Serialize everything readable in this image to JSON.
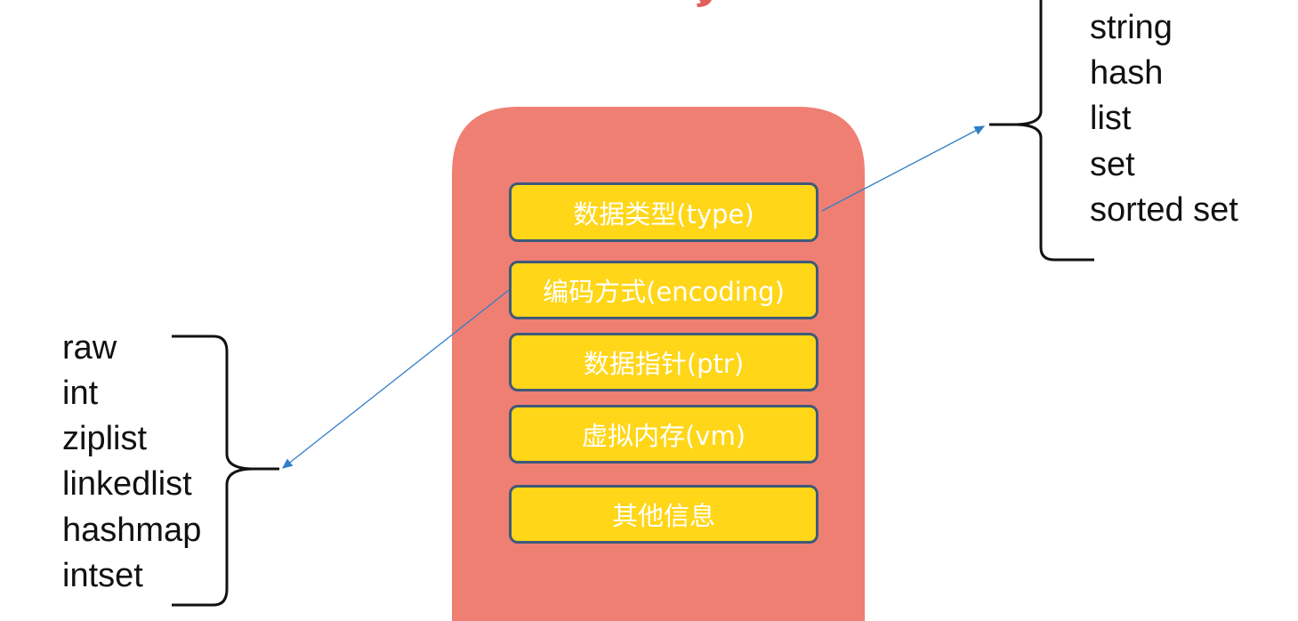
{
  "colors": {
    "object_fill": "#EF7F73",
    "field_fill": "#FFD618",
    "field_border": "#3E5A7A",
    "arrow": "#2F7FC8"
  },
  "object_fields": [
    "数据类型(type)",
    "编码方式(encoding)",
    "数据指针(ptr)",
    "虚拟内存(vm)",
    "其他信息"
  ],
  "types": [
    "string",
    "hash",
    "list",
    "set",
    "sorted set"
  ],
  "encodings": [
    "raw",
    "int",
    "ziplist",
    "linkedlist",
    "hashmap",
    "intset"
  ]
}
